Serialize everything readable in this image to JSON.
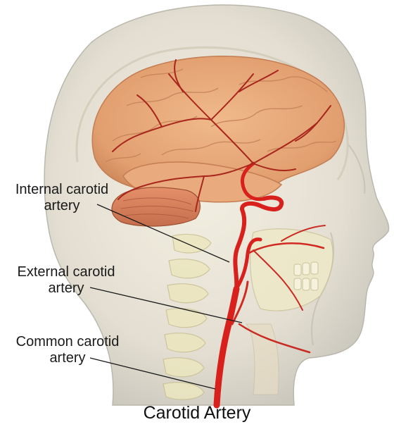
{
  "title": "Carotid Artery",
  "labels": {
    "internal": {
      "line1": "Internal carotid",
      "line2": "artery"
    },
    "external": {
      "line1": "External carotid",
      "line2": "artery"
    },
    "common": {
      "line1": "Common carotid",
      "line2": "artery"
    }
  },
  "colors": {
    "artery": "#d8201c",
    "brain": "#e6a476",
    "head": "#d9d6c8",
    "bone": "#ece6bf"
  }
}
